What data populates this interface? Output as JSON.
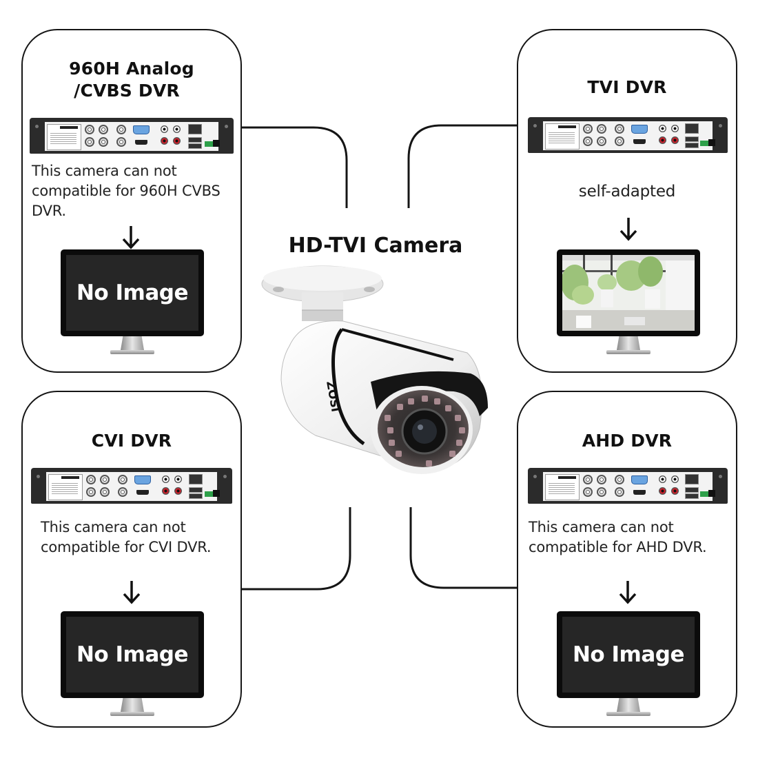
{
  "diagram": {
    "center": {
      "title": "HD-TVI Camera",
      "brand": "ZOSI",
      "icon": "bullet-camera-icon"
    },
    "panels": [
      {
        "id": "960h",
        "title_line1": "960H Analog",
        "title_line2": "/CVBS DVR",
        "description": [
          "This camera can not",
          "compatible for 960H CVBS",
          "DVR."
        ],
        "result": "No Image",
        "compatible": false
      },
      {
        "id": "tvi",
        "title_line1": "TVI DVR",
        "description": [
          "self-adapted"
        ],
        "result": "live-view",
        "compatible": true
      },
      {
        "id": "cvi",
        "title_line1": "CVI DVR",
        "description": [
          "This camera can not",
          "compatible for CVI DVR."
        ],
        "result": "No Image",
        "compatible": false
      },
      {
        "id": "ahd",
        "title_line1": "AHD DVR",
        "description": [
          "This camera can not",
          "compatible for AHD DVR."
        ],
        "result": "No Image",
        "compatible": false
      }
    ],
    "colors": {
      "stroke": "#151515",
      "screen_off": "#262626",
      "vga_port": "#6aa4e0",
      "rca_red": "#d0202a",
      "terminal_green": "#2ea04a"
    }
  }
}
